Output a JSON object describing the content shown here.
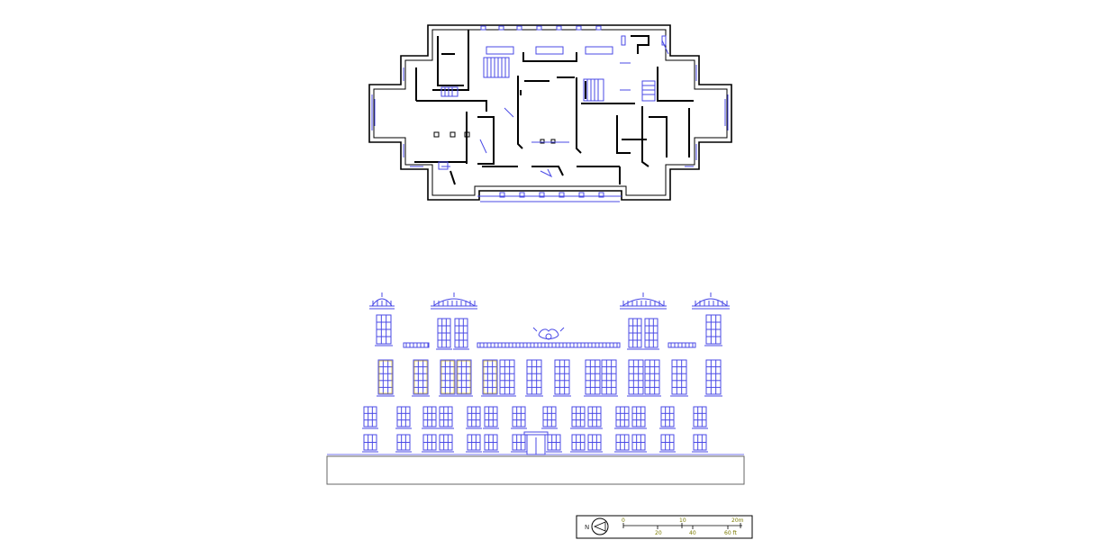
{
  "scale_bar": {
    "metric_ticks": [
      "0",
      "10",
      "20m"
    ],
    "imperial_ticks": [
      "20",
      "40",
      "60 ft"
    ]
  },
  "north_arrow": {
    "label": "N"
  },
  "colors": {
    "background": "#ffffff",
    "outline": "#000000",
    "blue": "#4a4ae6",
    "scale_text": "#7a7a00",
    "yellow_tint": "#c9a800"
  }
}
